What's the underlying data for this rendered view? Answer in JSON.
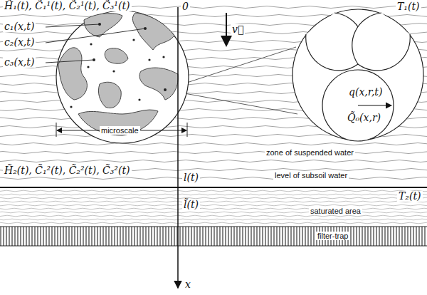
{
  "diagram": {
    "labels": [
      "H̃₁(t), C̃₁¹(t), C̃₂¹(t), C̃₃¹(t)",
      "0",
      "T₁(t)",
      "c₁(x,t)",
      "c₂(x,t)",
      "c₃(x,t)",
      "v⃗",
      "q(x,r,t)",
      "Q̃₀(x,r)",
      "microscale",
      "zone of suspended water",
      "H̃₂(t), C̃₁²(t), C̃₂²(t), C̃₃²(t)",
      "l(t)",
      "level of subsoil water",
      "l̃(t)",
      "saturated area",
      "T₂(t)",
      "filter-trap",
      "x"
    ]
  }
}
